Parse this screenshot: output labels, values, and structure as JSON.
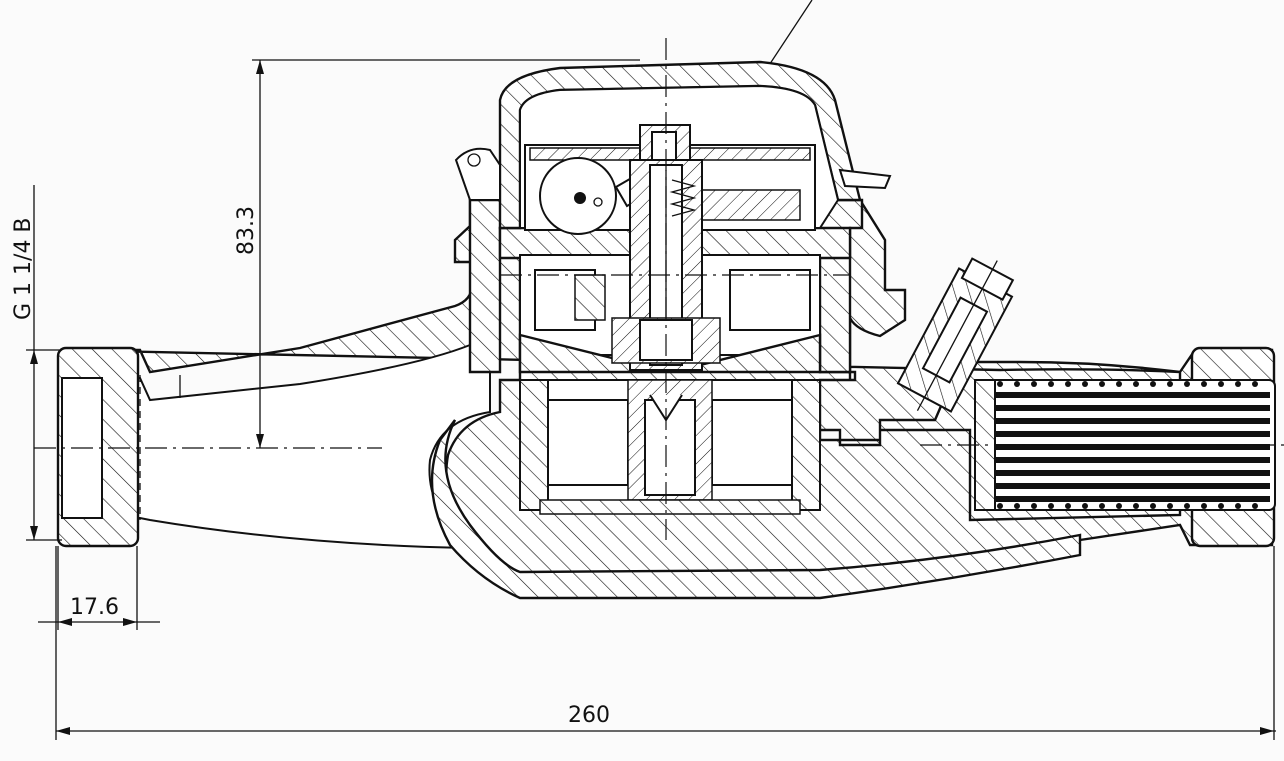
{
  "drawing": {
    "dimensions": {
      "thread": "G 1 1/4 B",
      "height": "83.3",
      "thread_length": "17.6",
      "overall_length": "260"
    }
  }
}
